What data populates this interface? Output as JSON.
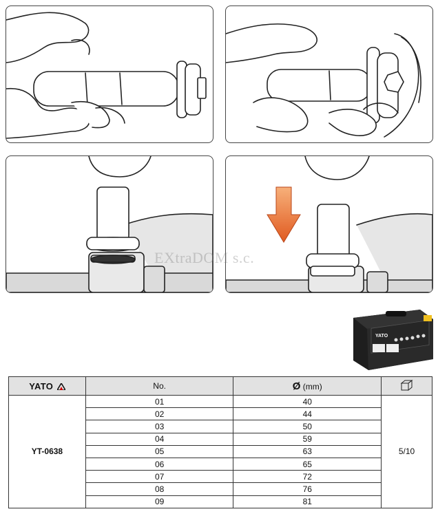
{
  "watermark": "EXtraDOM s.c.",
  "table": {
    "brand": "YATO",
    "headers": {
      "no": "No.",
      "diameter_symbol": "Ø",
      "diameter_unit": "(mm)"
    },
    "model": "YT-0638",
    "quantity": "5/10",
    "rows": [
      {
        "no": "01",
        "diameter": "40"
      },
      {
        "no": "02",
        "diameter": "44"
      },
      {
        "no": "03",
        "diameter": "50"
      },
      {
        "no": "04",
        "diameter": "59"
      },
      {
        "no": "05",
        "diameter": "63"
      },
      {
        "no": "06",
        "diameter": "65"
      },
      {
        "no": "07",
        "diameter": "72"
      },
      {
        "no": "08",
        "diameter": "76"
      },
      {
        "no": "09",
        "diameter": "81"
      }
    ]
  },
  "case_label": "YATO",
  "icons": {
    "box": "box-icon",
    "arrow": "down-arrow-icon",
    "brand": "yato-logo-icon"
  },
  "colors": {
    "arrow": "#e8672a",
    "header_bg": "#e2e2e2",
    "case": "#1e1e1e"
  }
}
